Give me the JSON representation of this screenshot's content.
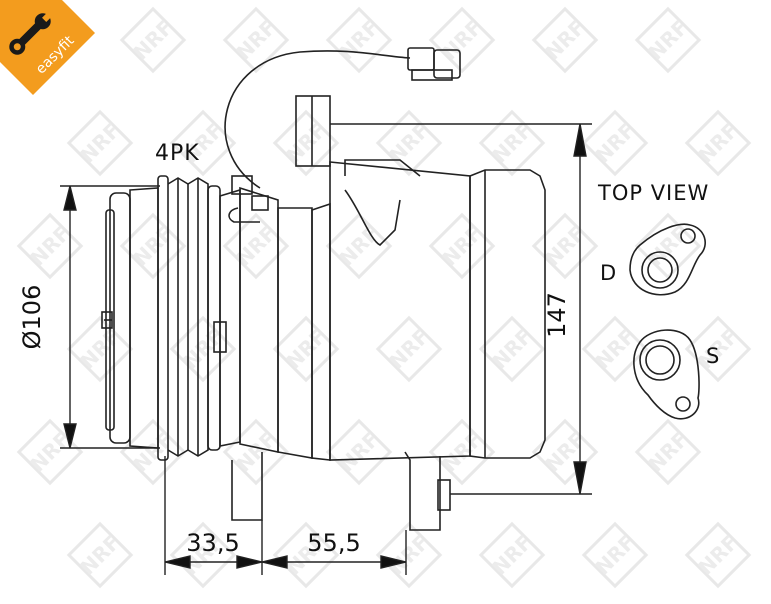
{
  "badge": {
    "text": "easyfit",
    "color": "#f39c1e",
    "icon": "wrench-icon"
  },
  "watermark": {
    "text": "NRF"
  },
  "labels": {
    "belt": "4PK",
    "top_view": "TOP VIEW",
    "port_d": "D",
    "port_s": "S"
  },
  "dimensions": {
    "pulley_diameter": "Ø106",
    "height": "147",
    "clutch_offset": "33,5",
    "mount_offset": "55,5"
  }
}
